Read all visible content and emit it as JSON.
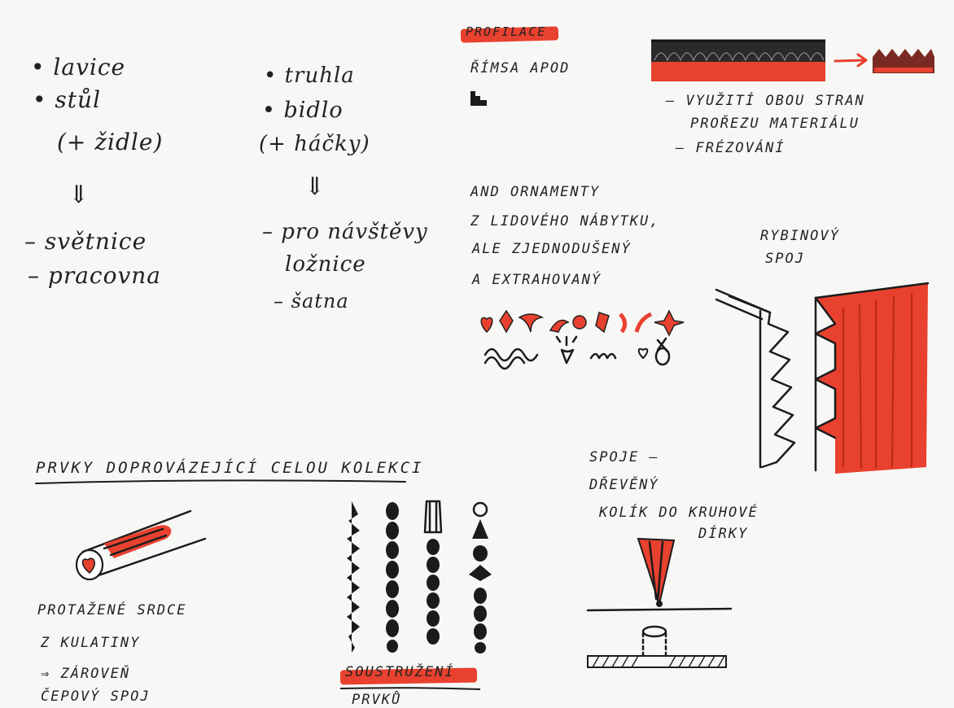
{
  "colors": {
    "ink": "#1b1b1b",
    "accent_red": "#e8412f",
    "paper": "#f7f7f5"
  },
  "notes": {
    "col1": [
      "• lavice",
      "• stůl",
      "(+ židle)",
      "⇓",
      "– světnice",
      "– pracovna"
    ],
    "col2": [
      "• truhla",
      "• bidlo",
      "(+ háčky)",
      "⇓",
      "– pro návštěvy",
      "ložnice",
      "– šatna"
    ]
  },
  "profilace": {
    "heading": "PROFILACE",
    "line": "ŘÍMSA APOD",
    "bullets": [
      "– VYUŽITÍ OBOU STRAN",
      "PROŘEZU MATERIÁLU",
      "– FRÉZOVÁNÍ"
    ]
  },
  "ornaments": {
    "lines": [
      "AND ORNAMENTY",
      "Z LIDOVÉHO NÁBYTKU,",
      "ALE ZJEDNODUŠENÝ",
      "A EXTRAHOVANÝ"
    ]
  },
  "rybinovy": {
    "lines": [
      "RYBINOVÝ",
      "SPOJ"
    ]
  },
  "prvky": {
    "heading": "PRVKY DOPROVÁZEJÍCÍ CELOU KOLEKCI"
  },
  "srdce": {
    "lines": [
      "PROTAŽENÉ SRDCE",
      "Z KULATINY",
      "⇒ ZÁROVEŇ",
      "ČEPOVÝ SPOJ"
    ]
  },
  "soustruzeni": {
    "lines": [
      "SOUSTRUŽENÍ",
      "PRVKŮ"
    ]
  },
  "spoje": {
    "lines": [
      "SPOJE –",
      "DŘEVĚNÝ",
      "KOLÍK DO KRUHOVÉ",
      "DÍRKY"
    ]
  }
}
